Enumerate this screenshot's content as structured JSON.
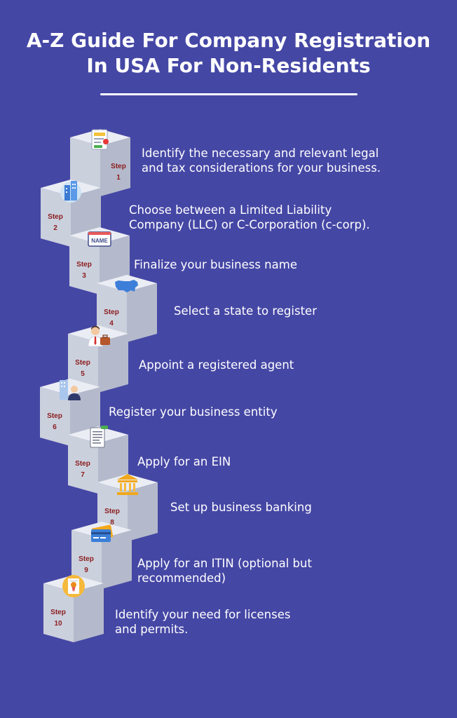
{
  "title": {
    "line1": "A-Z Guide For Company Registration",
    "line2": "In USA For Non-Residents"
  },
  "colors": {
    "background": "#4547a5",
    "cube_top": "#ebedf4",
    "cube_left": "#cbd0dd",
    "cube_right": "#b4bacb",
    "step_label": "#8a1c1c",
    "text": "#ffffff"
  },
  "steps": [
    {
      "word": "Step",
      "number": "1",
      "icon": "tax-document-icon",
      "text": "Identify the necessary and relevant legal\nand tax considerations for your business."
    },
    {
      "word": "Step",
      "number": "2",
      "icon": "office-buildings-icon",
      "text": "Choose between a Limited Liability\nCompany (LLC) or C-Corporation (c-corp)."
    },
    {
      "word": "Step",
      "number": "3",
      "icon": "name-tag-icon",
      "text": "Finalize your business name"
    },
    {
      "word": "Step",
      "number": "4",
      "icon": "usa-map-icon",
      "text": "Select a state to register"
    },
    {
      "word": "Step",
      "number": "5",
      "icon": "agent-briefcase-icon",
      "text": "Appoint a registered agent"
    },
    {
      "word": "Step",
      "number": "6",
      "icon": "businessman-building-icon",
      "text": "Register your business entity"
    },
    {
      "word": "Step",
      "number": "7",
      "icon": "ein-document-icon",
      "text": "Apply for an EIN"
    },
    {
      "word": "Step",
      "number": "8",
      "icon": "bank-icon",
      "text": "Set up business banking"
    },
    {
      "word": "Step",
      "number": "9",
      "icon": "credit-card-icon",
      "text": "Apply for an ITIN (optional but\nrecommended)"
    },
    {
      "word": "Step",
      "number": "10",
      "icon": "license-certificate-icon",
      "text": "Identify your need for licenses\nand permits."
    }
  ]
}
